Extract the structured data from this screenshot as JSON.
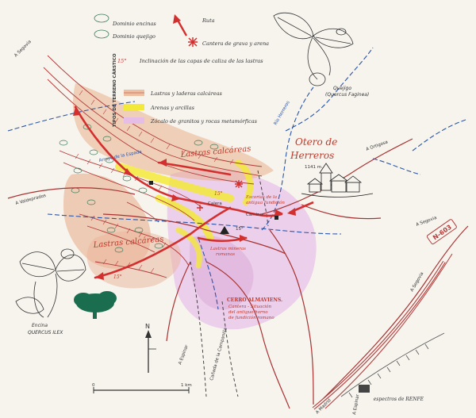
{
  "legend": {
    "encinas": "Dominio encinas",
    "quejigo": "Dominio quejigo",
    "ruta": "Ruta",
    "cantera": "Cantera de grava y arena",
    "inclinacion": "Inclinación de las capas de caliza de las lastras",
    "inclinacion_symbol": "15°",
    "tipos_title": "TIPOS DE TERRENO CÁRSTICO",
    "lastras": "Lastras y laderas calcáreas",
    "arenas": "Arenas y arcillas",
    "zocalo": "Zócalo de granitos y rocas metamórficas"
  },
  "labels": {
    "otero": "Otero de",
    "herreros": "Herreros",
    "elevation": "1141 m.",
    "lastras_1": "Lastras calcáreas",
    "lastras_2": "Lastras calcáreas",
    "arroyo": "Arroyo de la Espada",
    "rio": "Río Herreros",
    "cerro_1": "CERRO ALMAVIENS.",
    "cerro_2": "Cantera - Situación",
    "cerro_3": "del antiguo horno",
    "cerro_4": "de fundición romano",
    "escorias_1": "Escorias de la",
    "escorias_2": "antigua fundición",
    "calera": "Calera",
    "camino": "Camino",
    "lastra_roman_1": "Lastras mineras",
    "lastra_roman_2": "romanas",
    "valdeprados": "A Valdeprados",
    "ortigosa": "A Ortigosa",
    "segovia_1": "A Segovia",
    "segovia_2": "A Segovia",
    "segovia_3": "A Segovia",
    "madrid": "A Madrid",
    "espinar": "A Espinar",
    "espinar_2": "A Espinar",
    "n603": "N-603",
    "canada": "Cañada de la Campanilla",
    "angle_1": "15°",
    "angle_2": "15°",
    "angle_3": "15°",
    "north": "N",
    "scale_zero": "0",
    "scale_one": "1 km",
    "encina_1": "Encina",
    "encina_2": "QUERCUS ILEX",
    "quejigo_1": "Quejigo",
    "quejigo_2": "(Quercus Faginea)",
    "credit": "espectros de RENFE"
  },
  "colors": {
    "route": "#d32f2f",
    "road": "#b23a3a",
    "stream": "#2a55a8",
    "lastras": "#e8a77a",
    "arenas": "#f3e93a",
    "zocalo": "#e6bde6"
  }
}
